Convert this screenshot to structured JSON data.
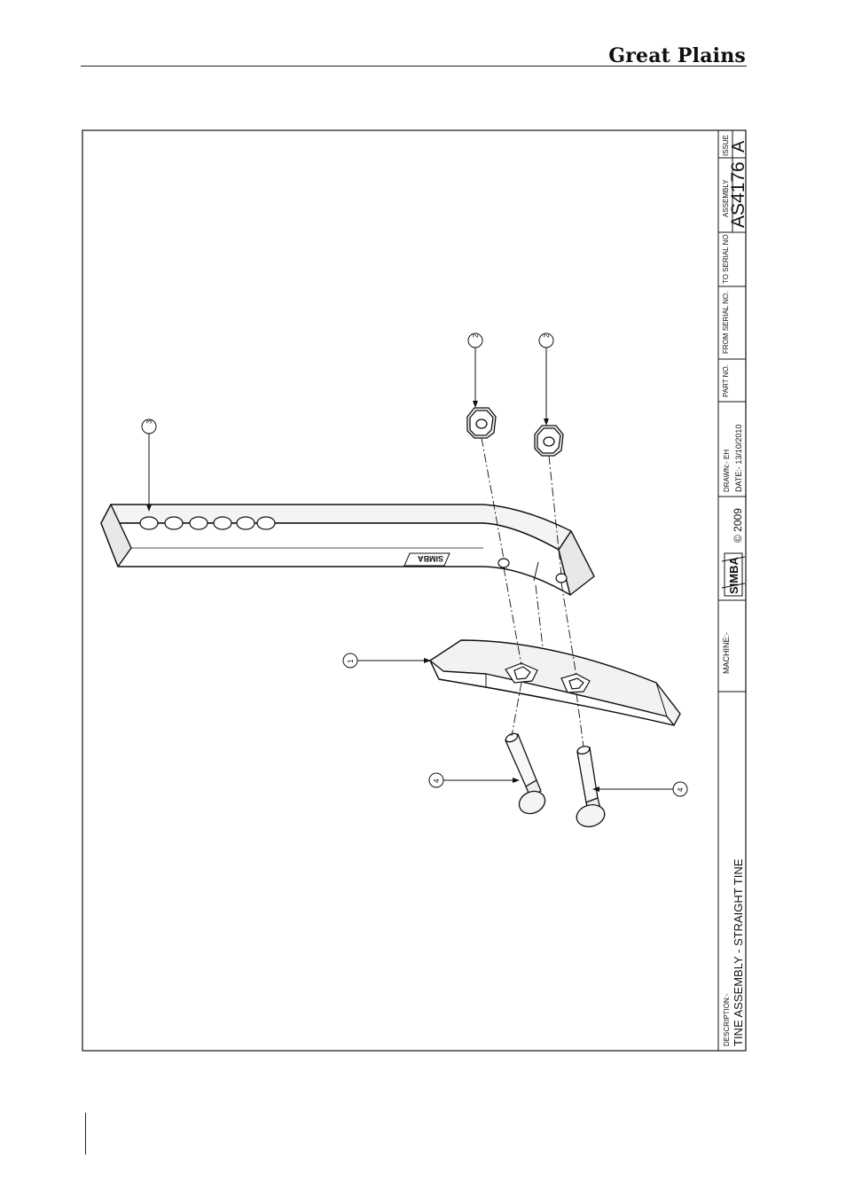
{
  "header": {
    "brand": "Great Plains"
  },
  "drawing": {
    "description_label": "DESCRIPTION:-",
    "description": "TINE ASSEMBLY - STRAIGHT TINE",
    "machine_label": "MACHINE:-",
    "logo_text": "SIMBA",
    "copyright": "© 2009",
    "drawn": "DRAWN:- EH",
    "date": "DATE:- 13/10/2010",
    "part_no_label": "PART NO.",
    "from_serial_label": "FROM SERIAL NO.",
    "to_serial_label": "TO SERIAL NO",
    "assembly_label": "ASSEMBLY",
    "assembly": "AS4176",
    "issue_label": "ISSUE",
    "issue": "A",
    "shank_decal": "SIMBA",
    "callouts": [
      "3",
      "2",
      "2",
      "1",
      "4",
      "4"
    ]
  }
}
